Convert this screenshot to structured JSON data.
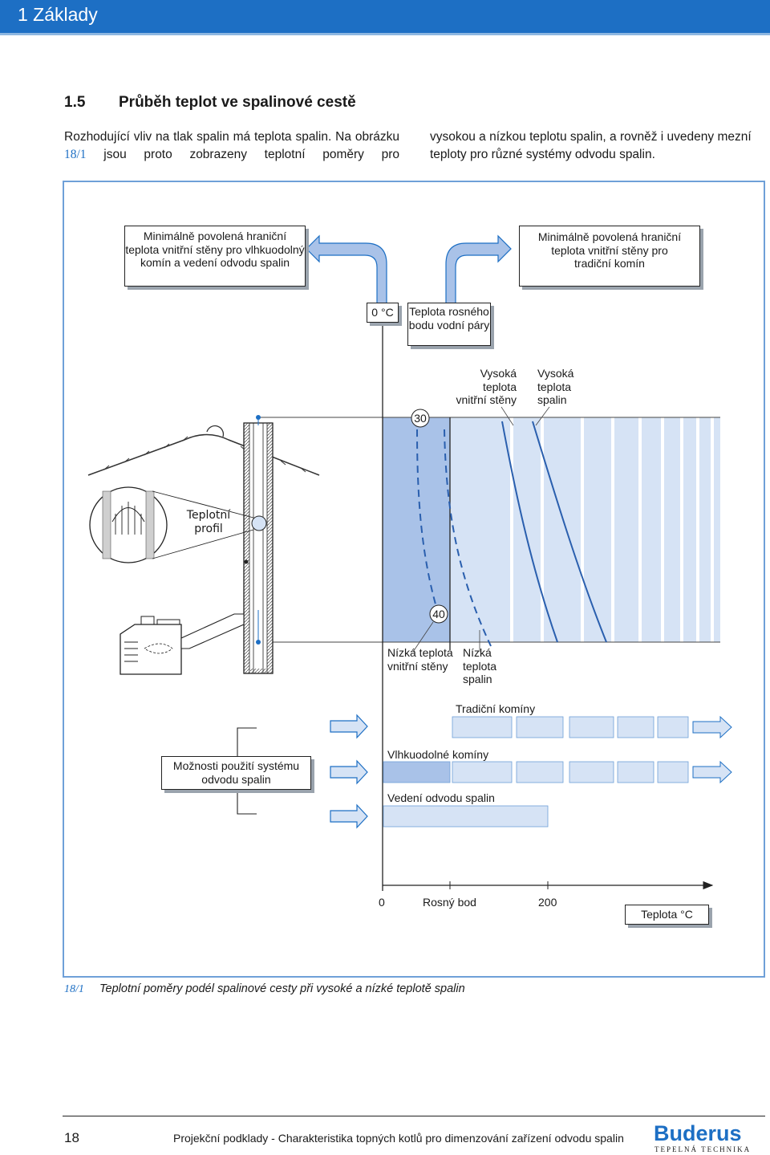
{
  "header": {
    "chapter_title": "1 Základy"
  },
  "section": {
    "number": "1.5",
    "title": "Průběh teplot ve spalinové cestě"
  },
  "intro": {
    "left_before": "Rozhodující vliv na tlak spalin má teplota spalin. Na obrázku ",
    "figref": "18/1",
    "left_after": " jsou proto zobrazeny teplotní poměry pro",
    "right": "vysokou a nízkou teplotu spalin, a rovněž i uvedeny mezní teploty pro různé systémy odvodu spalin."
  },
  "figure": {
    "box_left": "Minimálně povolená hraniční teplota vnitřní stěny pro vlhkuodolný komín a vedení odvodu spalin",
    "box_right": "Minimálně povolená hraniční teplota vnitřní stěny pro tradiční komín",
    "box_zero": "0 °C",
    "box_dew": "Teplota rosného bodu vodní páry",
    "label_high_wall": "Vysoká teplota vnitřní stěny",
    "label_high_flue": "Vysoká teplota spalin",
    "marker_30": "30",
    "marker_40": "40",
    "label_low_wall": "Nízká teplota vnitřní stěny",
    "label_low_flue": "Nízká teplota spalin",
    "label_profile": "Teplotní profil",
    "label_traditional": "Tradiční komíny",
    "label_moisture": "Vlhkuodolné komíny",
    "label_flue_duct": "Vedení odvodu spalin",
    "box_options": "Možnosti použití systému odvodu spalin",
    "axis_zero": "0",
    "axis_dew": "Rosný bod",
    "axis_200": "200",
    "box_axis_unit": "Teplota °C"
  },
  "caption": {
    "number": "18/1",
    "text": "Teplotní poměry podél spalinové cesty při vysoké a nízké teplotě spalin"
  },
  "footer": {
    "page_number": "18",
    "text": "Projekční podklady - Charakteristika topných kotlů pro dimenzování zařízení odvodu spalin",
    "logo_name": "Buderus",
    "logo_subtitle": "TEPELNÁ TECHNIKA"
  },
  "colors": {
    "accent": "#1d6fc4",
    "band_dark": "#a9c2e8",
    "band_light": "#d6e3f5",
    "curve": "#2a5fae"
  }
}
